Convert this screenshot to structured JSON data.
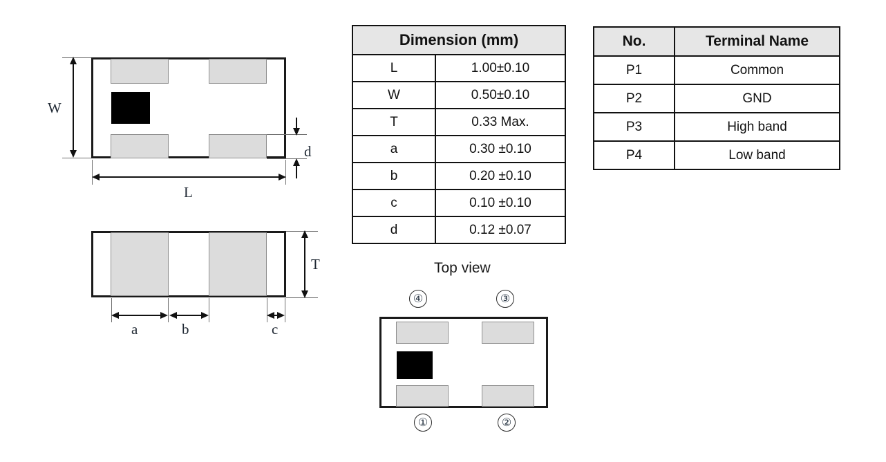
{
  "dimension_table": {
    "header": "Dimension (mm)",
    "rows": [
      {
        "key": "L",
        "value": "1.00±0.10"
      },
      {
        "key": "W",
        "value": "0.50±0.10"
      },
      {
        "key": "T",
        "value": "0.33 Max."
      },
      {
        "key": "a",
        "value": "0.30 ±0.10"
      },
      {
        "key": "b",
        "value": "0.20 ±0.10"
      },
      {
        "key": "c",
        "value": "0.10 ±0.10"
      },
      {
        "key": "d",
        "value": "0.12 ±0.07"
      }
    ]
  },
  "terminal_table": {
    "headers": {
      "no": "No.",
      "name": "Terminal Name"
    },
    "rows": [
      {
        "no": "P1",
        "name": "Common"
      },
      {
        "no": "P2",
        "name": "GND"
      },
      {
        "no": "P3",
        "name": "High band"
      },
      {
        "no": "P4",
        "name": "Low band"
      }
    ]
  },
  "top_view_drawing": {
    "labels": {
      "w": "W",
      "l": "L",
      "d": "d"
    }
  },
  "side_view_drawing": {
    "labels": {
      "t": "T",
      "a": "a",
      "b": "b",
      "c": "c"
    }
  },
  "pinout_diagram": {
    "caption": "Top view",
    "pins": {
      "top_left": "④",
      "top_right": "③",
      "bottom_left": "①",
      "bottom_right": "②"
    }
  },
  "colors": {
    "outline": "#1a1a1a",
    "pad_fill": "#dcdcdc",
    "marker_fill": "#000000",
    "header_fill": "#e6e6e6"
  }
}
